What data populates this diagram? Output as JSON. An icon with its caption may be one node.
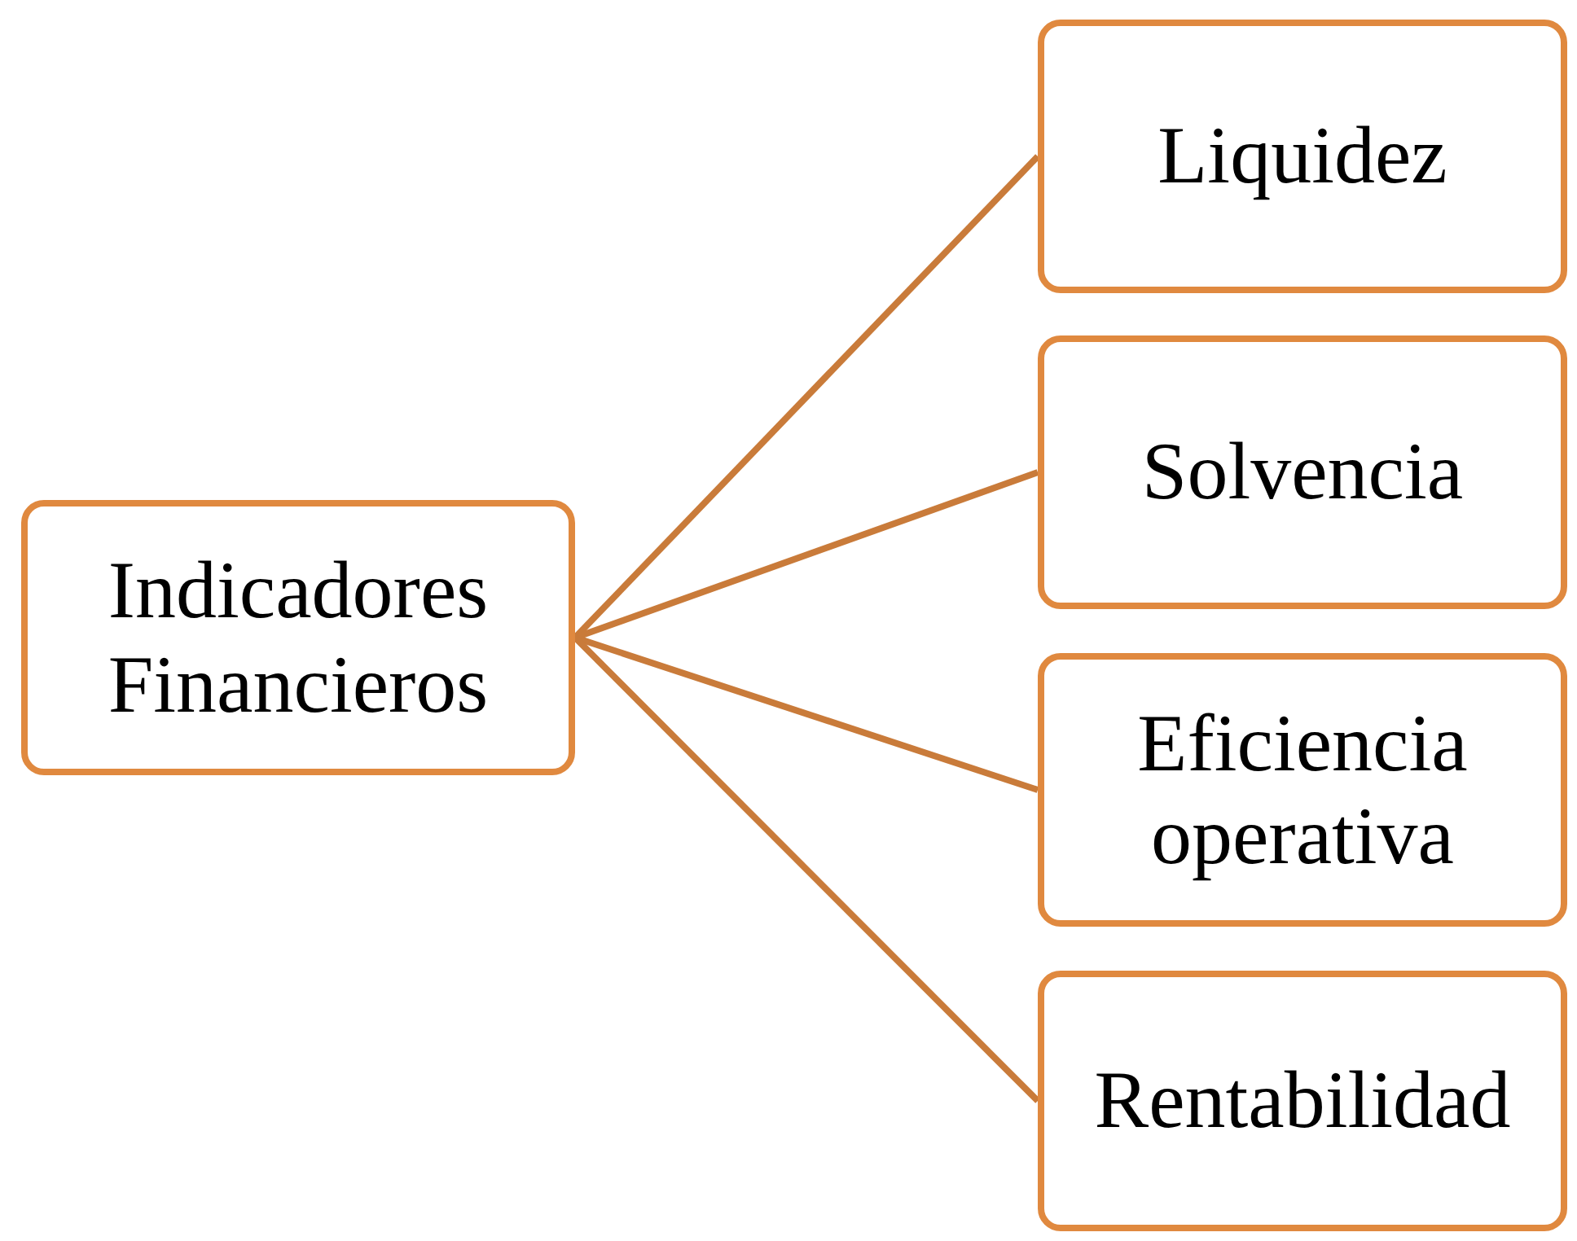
{
  "diagram": {
    "nodes": [
      {
        "text": [
          "Indicadores Financieros"
        ]
      },
      {
        "text": [
          "Liquidez"
        ]
      },
      {
        "text": [
          "Solvencia"
        ]
      },
      {
        "text": [
          "Eficiencia operativa"
        ]
      },
      {
        "text": [
          "Rentabilidad"
        ]
      }
    ],
    "edges": [
      {
        "from": 0,
        "to": 1,
        "arrow": "none"
      },
      {
        "from": 0,
        "to": 2,
        "arrow": "none"
      },
      {
        "from": 0,
        "to": 3,
        "arrow": "none"
      },
      {
        "from": 0,
        "to": 4,
        "arrow": "none"
      }
    ]
  }
}
